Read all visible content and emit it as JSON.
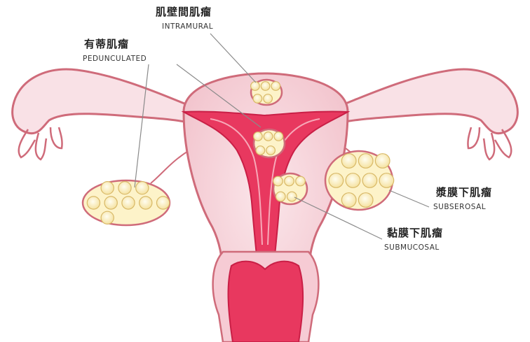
{
  "labels": {
    "intramural": {
      "zh": "肌壁間肌瘤",
      "en": "INTRAMURAL"
    },
    "pedunculated": {
      "zh": "有蒂肌瘤",
      "en": "PEDUNCULATED"
    },
    "subserosal": {
      "zh": "漿膜下肌瘤",
      "en": "SUBSEROSAL"
    },
    "submucosal": {
      "zh": "黏膜下肌瘤",
      "en": "SUBMUCOSAL"
    }
  },
  "colors": {
    "outline": "#cf6b7a",
    "tissue": "#f7d6dc",
    "tissue_light": "#fbe8ec",
    "cavity": "#e8385f",
    "cavity_dark": "#c91f46",
    "fibroid_fill": "#fdf3c9",
    "fibroid_stroke": "#d8b867",
    "leader": "#8a8a8a"
  }
}
